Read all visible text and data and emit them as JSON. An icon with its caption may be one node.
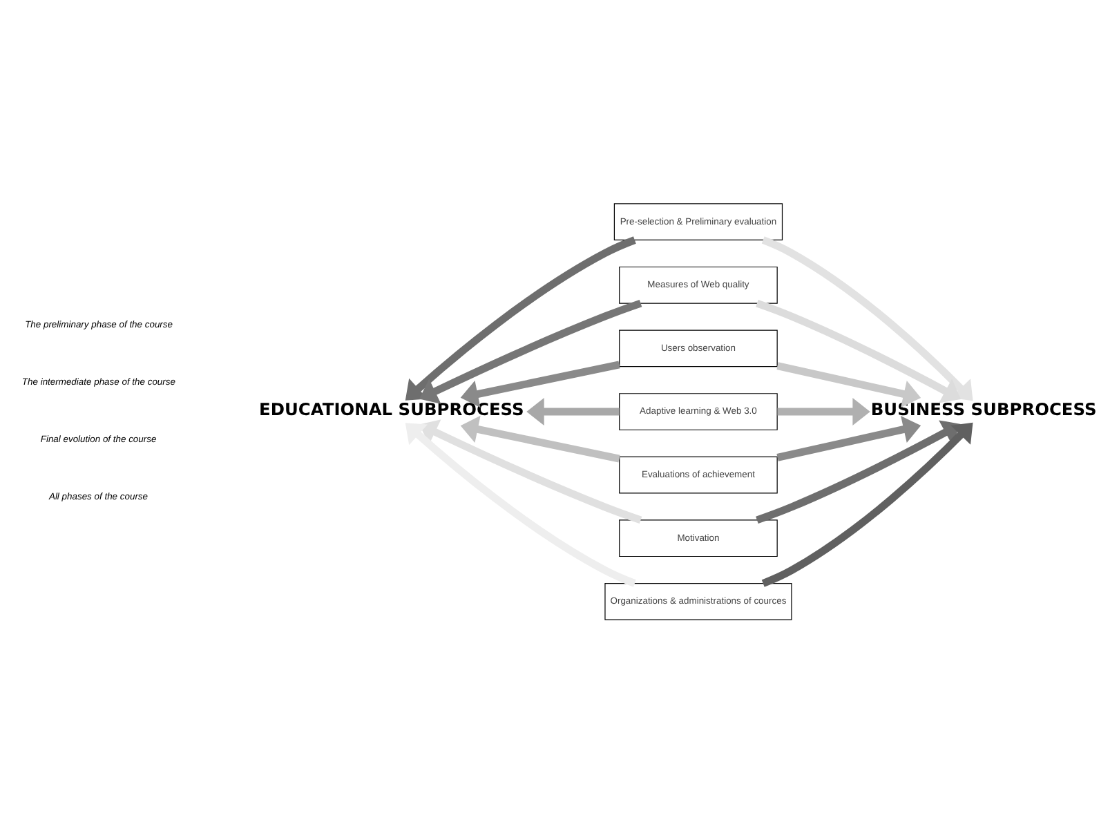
{
  "diagram": {
    "nodes": [
      {
        "text": [
          "Pre-selection & Preliminary evaluation"
        ]
      },
      {
        "text": [
          "Measures of Web quality"
        ]
      },
      {
        "text": [
          "Users observation"
        ]
      },
      {
        "text": [
          "Adaptive learning & Web 3.0"
        ]
      },
      {
        "text": [
          "Evaluations of achievement"
        ]
      },
      {
        "text": [
          "Motivation"
        ]
      },
      {
        "text": [
          "Organizations & administrations of cources"
        ]
      },
      {
        "text": [
          "EDUCATIONAL SUBPROCESS"
        ]
      },
      {
        "text": [
          "BUSINESS SUBPROCESS"
        ]
      }
    ],
    "edges": [
      {
        "from": 0,
        "to": 7,
        "arrow": "to",
        "color": "#6e6e6e"
      },
      {
        "from": 0,
        "to": 8,
        "arrow": "to",
        "color": "#e2e2e2"
      },
      {
        "from": 1,
        "to": 7,
        "arrow": "to",
        "color": "#767676"
      },
      {
        "from": 1,
        "to": 8,
        "arrow": "to",
        "color": "#dcdcdc"
      },
      {
        "from": 2,
        "to": 7,
        "arrow": "to",
        "color": "#8a8a8a"
      },
      {
        "from": 2,
        "to": 8,
        "arrow": "to",
        "color": "#c8c8c8"
      },
      {
        "from": 3,
        "to": 7,
        "arrow": "to",
        "color": "#a8a8a8"
      },
      {
        "from": 3,
        "to": 8,
        "arrow": "to",
        "color": "#b0b0b0"
      },
      {
        "from": 4,
        "to": 7,
        "arrow": "to",
        "color": "#c0c0c0"
      },
      {
        "from": 4,
        "to": 8,
        "arrow": "to",
        "color": "#8a8a8a"
      },
      {
        "from": 5,
        "to": 7,
        "arrow": "to",
        "color": "#e0e0e0"
      },
      {
        "from": 5,
        "to": 8,
        "arrow": "to",
        "color": "#6e6e6e"
      },
      {
        "from": 6,
        "to": 7,
        "arrow": "to",
        "color": "#eeeeee"
      },
      {
        "from": 6,
        "to": 8,
        "arrow": "to",
        "color": "#606060"
      }
    ],
    "labels": [
      "The preliminary phase of the course",
      "The intermediate phase of the course",
      "Final evolution of the course",
      "All phases of the course"
    ]
  }
}
